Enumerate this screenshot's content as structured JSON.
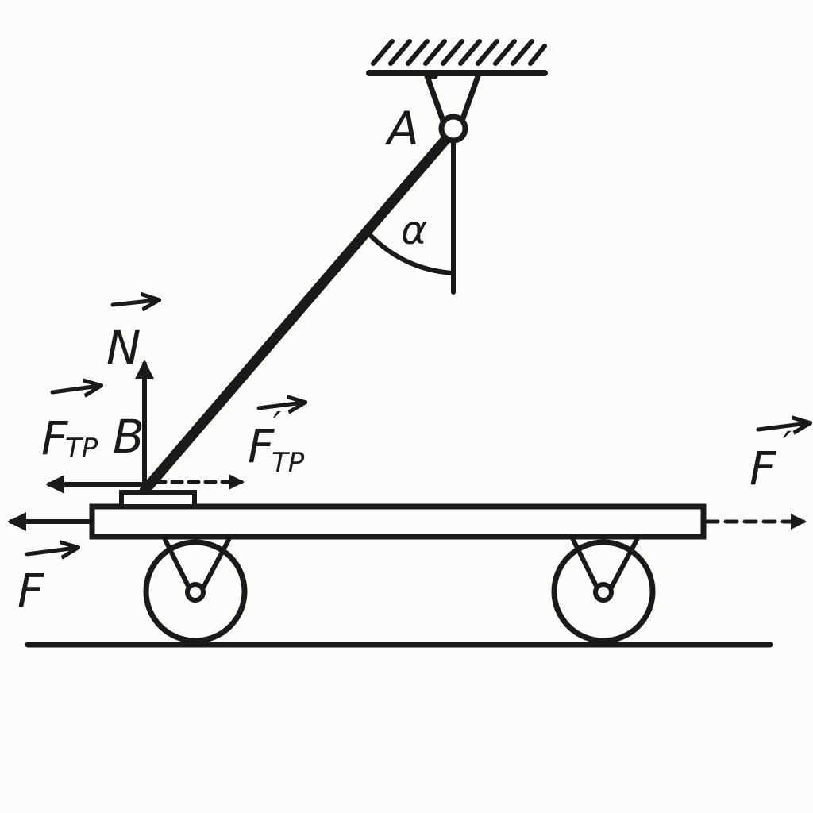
{
  "labels": {
    "point_a": "A",
    "point_b": "B",
    "angle": "α",
    "normal_force": "N",
    "friction_force": "F",
    "friction_subscript": "ТР",
    "friction_reaction": "F",
    "friction_reaction_subscript": "ТР",
    "friction_reaction_prime": "′",
    "applied_force": "F",
    "applied_reaction": "F",
    "applied_reaction_prime": "′"
  },
  "colors": {
    "ink": "#1a1a1a",
    "background": "#fcfcfa"
  }
}
